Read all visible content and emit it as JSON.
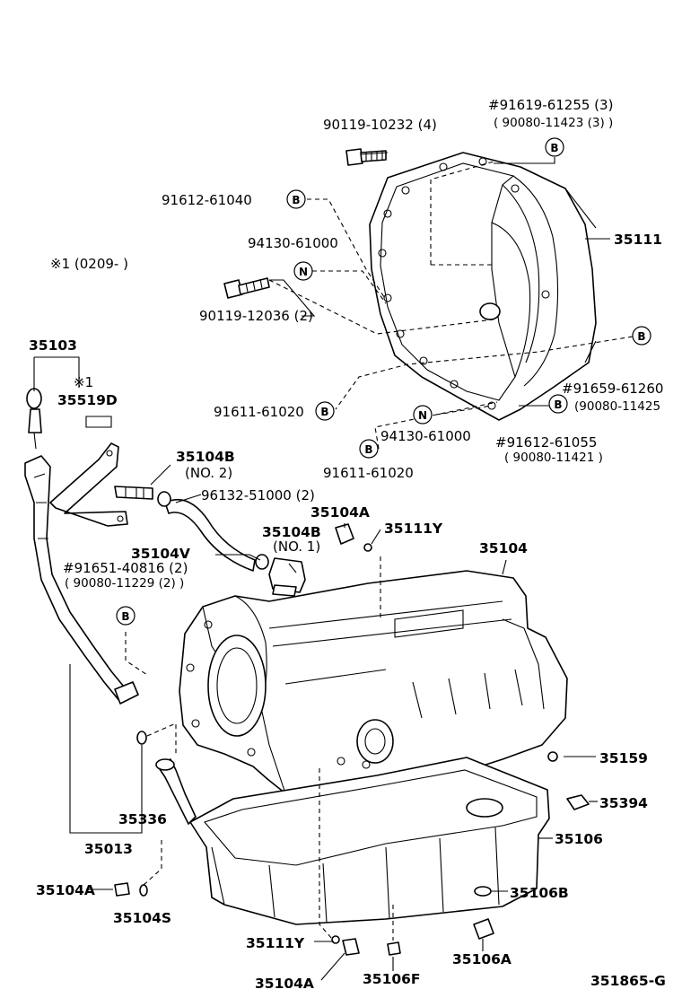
{
  "labels": {
    "l_91619_61255": "#91619-61255 (3)",
    "l_90080_11423": "( 90080-11423 (3) )",
    "l_90119_10232": "90119-10232 (4)",
    "l_91612_61040": "91612-61040",
    "l_35111": "35111",
    "l_94130_61000_top": "94130-61000",
    "l_note1": "※1 (0209-       )",
    "l_90119_12036": "90119-12036 (2)",
    "l_35103": "35103",
    "l_note1_b": "※1",
    "l_35519d": "35519D",
    "l_91659_61260": "#91659-61260",
    "l_90080_11425": "(90080-11425",
    "l_91611_61020_mid": "91611-61020",
    "l_94130_61000_bot": "94130-61000",
    "l_91612_61055": "#91612-61055",
    "l_90080_11421": "( 90080-11421 )",
    "l_91611_61020_bot": "91611-61020",
    "l_35104b_no2": "35104B",
    "l_no2": "(NO. 2)",
    "l_96132_51000": "96132-51000 (2)",
    "l_35104a_top": "35104A",
    "l_35111y_top": "35111Y",
    "l_35104b_no1": "35104B",
    "l_no1": "(NO. 1)",
    "l_35104v": "35104V",
    "l_35104": "35104",
    "l_91651_40816": "#91651-40816 (2)",
    "l_90080_11229": "( 90080-11229 (2) )",
    "l_35159": "35159",
    "l_35394": "35394",
    "l_35336": "35336",
    "l_35106": "35106",
    "l_35013": "35013",
    "l_35104a_left": "35104A",
    "l_35106b": "35106B",
    "l_35104s": "35104S",
    "l_35111y_bot": "35111Y",
    "l_35106a": "35106A",
    "l_35104a_bot": "35104A",
    "l_35106f": "35106F",
    "l_351865g": "351865-G"
  },
  "markers": {
    "b": "B",
    "n": "N"
  }
}
